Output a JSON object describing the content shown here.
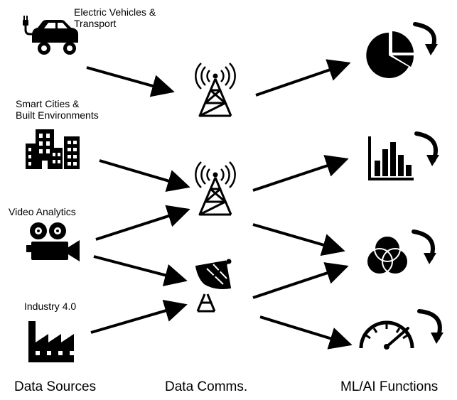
{
  "sources": [
    {
      "label_lines": [
        "Electric Vehicles &",
        "Transport"
      ],
      "icon": "electric-car-icon"
    },
    {
      "label_lines": [
        "Smart Cities &",
        "Built Environments"
      ],
      "icon": "city-buildings-icon"
    },
    {
      "label_lines": [
        "Video Analytics"
      ],
      "icon": "video-camera-icon"
    },
    {
      "label_lines": [
        "Industry 4.0"
      ],
      "icon": "factory-icon"
    }
  ],
  "comms": [
    {
      "icon": "radio-tower-icon"
    },
    {
      "icon": "radio-tower-icon"
    },
    {
      "icon": "satellite-dish-icon"
    }
  ],
  "functions": [
    {
      "icon": "pie-chart-refresh-icon"
    },
    {
      "icon": "bar-chart-refresh-icon"
    },
    {
      "icon": "venn-diagram-refresh-icon"
    },
    {
      "icon": "speedometer-refresh-icon"
    }
  ],
  "columns": {
    "sources": "Data Sources",
    "comms": "Data Comms.",
    "functions": "ML/AI Functions"
  },
  "colors": {
    "ink": "#000000",
    "background": "#ffffff"
  }
}
